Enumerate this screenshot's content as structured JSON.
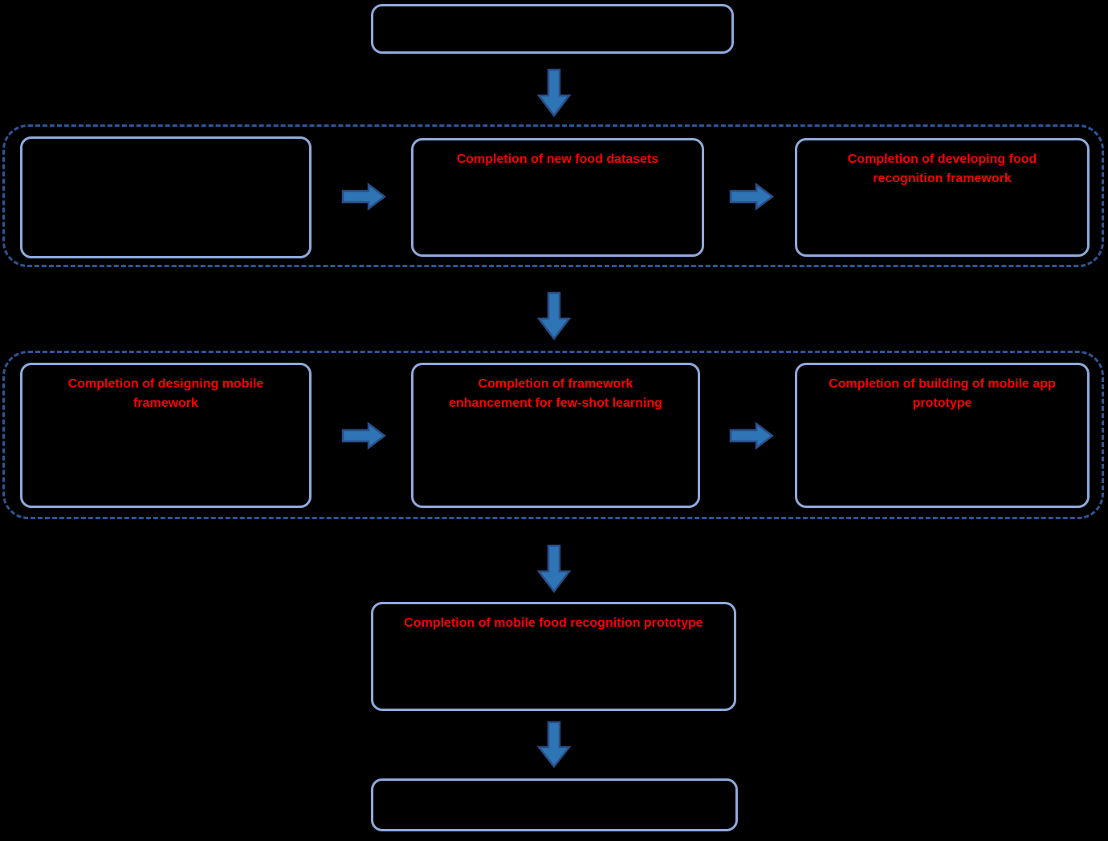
{
  "flowchart": {
    "top_box": {
      "label": ""
    },
    "row1": {
      "boxes": [
        {
          "label": ""
        },
        {
          "label": "Completion of new food datasets"
        },
        {
          "label": "Completion of developing food recognition framework"
        }
      ]
    },
    "row2": {
      "boxes": [
        {
          "label": "Completion of designing mobile framework"
        },
        {
          "label": "Completion of framework enhancement for few-shot learning"
        },
        {
          "label": "Completion of building of mobile app prototype"
        }
      ]
    },
    "prototype_box": {
      "label": "Completion of mobile food recognition prototype"
    },
    "bottom_box": {
      "label": ""
    }
  },
  "colors": {
    "background": "#000000",
    "box_border": "#8FAADC",
    "group_border": "#2F5597",
    "arrow_fill": "#2E75B6",
    "arrow_stroke": "#2A4E88",
    "label_text": "#FF0000"
  }
}
